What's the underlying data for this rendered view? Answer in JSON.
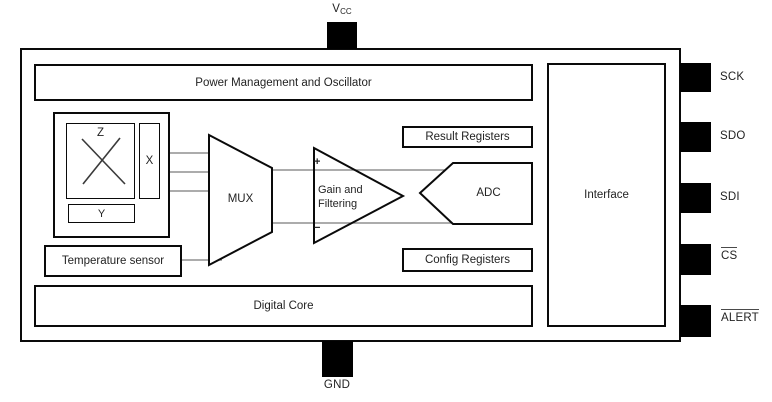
{
  "pins": {
    "top": {
      "name": "VCC",
      "base": "V",
      "sub": "CC"
    },
    "bottom": {
      "label": "GND"
    },
    "right": [
      {
        "label": "SCK",
        "overline": false
      },
      {
        "label": "SDO",
        "overline": false
      },
      {
        "label": "SDI",
        "overline": false
      },
      {
        "label": "CS",
        "overline": true
      },
      {
        "label": "ALERT",
        "overline": true
      }
    ]
  },
  "blocks": {
    "power_management": "Power Management and Oscillator",
    "sensor_axes": {
      "z": "Z",
      "x": "X",
      "y": "Y"
    },
    "temperature_sensor": "Temperature sensor",
    "mux": "MUX",
    "gain_filtering": {
      "line1": "Gain and",
      "line2": "Filtering",
      "plus": "+",
      "minus": "−"
    },
    "adc": "ADC",
    "result_registers": "Result Registers",
    "config_registers": "Config Registers",
    "digital_core": "Digital Core",
    "interface": "Interface"
  },
  "colors": {
    "outline": "#0a0a0a",
    "wire": "#7a7a7a",
    "text": "#232323",
    "pin_fill": "#000000",
    "background": "#ffffff"
  }
}
